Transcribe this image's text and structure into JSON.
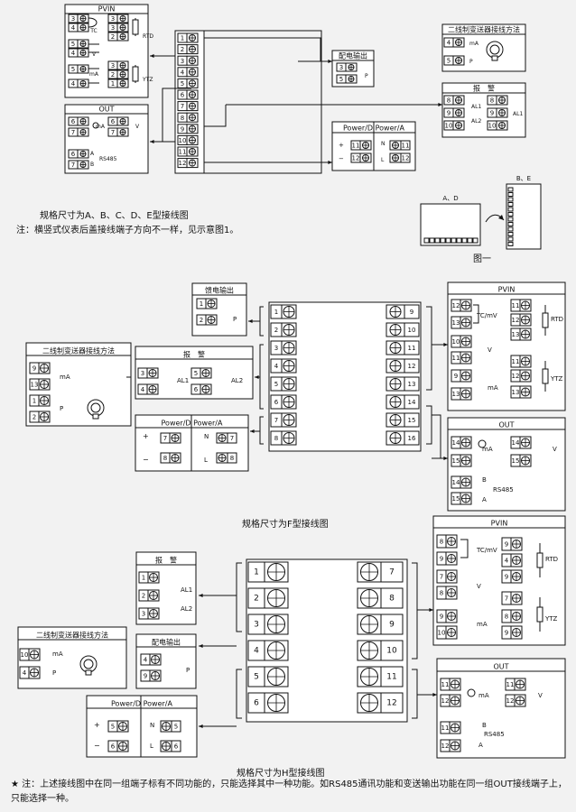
{
  "section_ae": {
    "caption": "规格尺寸为A、B、C、D、E型接线图",
    "note": "注：横竖式仪表后盖接线端子方向不一样，见示意图1。",
    "pvin_title": "PVIN",
    "pvin_labels": [
      "TC",
      "RTD",
      "V",
      "mA",
      "YTZ"
    ],
    "pvin_terms": [
      "3",
      "4",
      "5",
      "4",
      "5",
      "4",
      "3",
      "3",
      "2",
      "3",
      "2",
      "1"
    ],
    "out_title": "OUT",
    "out_labels": [
      "mA",
      "V",
      "A",
      "B",
      "RS485"
    ],
    "out_terms": [
      "6",
      "7",
      "6",
      "7",
      "6",
      "7"
    ],
    "peidian_title": "配电输出",
    "peidian_terms": [
      "3",
      "5"
    ],
    "peidian_label": "P",
    "erxian_title": "二线制变送器接线方法",
    "erxian_terms": [
      "4",
      "5"
    ],
    "erxian_labels": [
      "mA",
      "P"
    ],
    "alarm_title": "报　警",
    "alarm_terms": [
      "8",
      "9",
      "10",
      "8",
      "9",
      "10"
    ],
    "alarm_labels": [
      "AL1",
      "AL2",
      "AL1"
    ],
    "power_titles": [
      "Power/D",
      "Power/A"
    ],
    "power_terms": [
      "11",
      "12",
      "11",
      "12"
    ],
    "power_labels": [
      "N",
      "L"
    ],
    "center_terms": [
      "1",
      "2",
      "3",
      "4",
      "5",
      "6",
      "7",
      "8",
      "9",
      "10",
      "11",
      "12"
    ],
    "fig1_labels": [
      "A、D",
      "B、E"
    ],
    "fig1_caption": "图一"
  },
  "section_f": {
    "caption": "规格尺寸为F型接线图",
    "feidian_title": "馈电输出",
    "feidian_terms": [
      "1",
      "2"
    ],
    "feidian_label": "P",
    "erxian_title": "二线制变送器接线方法",
    "erxian_terms": [
      "9",
      "13",
      "1",
      "2"
    ],
    "erxian_labels": [
      "mA",
      "P"
    ],
    "alarm_title": "报　警",
    "alarm_terms": [
      "3",
      "4",
      "5",
      "6"
    ],
    "alarm_labels": [
      "AL1",
      "AL2"
    ],
    "power_titles": [
      "Power/D",
      "Power/A"
    ],
    "power_terms": [
      "7",
      "8",
      "7",
      "8"
    ],
    "power_labels": [
      "N",
      "L"
    ],
    "center_left": [
      "1",
      "2",
      "3",
      "4",
      "5",
      "6",
      "7",
      "8"
    ],
    "center_right": [
      "9",
      "10",
      "11",
      "12",
      "13",
      "14",
      "15",
      "16"
    ],
    "pvin_title": "PVIN",
    "pvin_terms": [
      "12",
      "13",
      "10",
      "11",
      "9",
      "13",
      "11",
      "12",
      "13",
      "11",
      "12",
      "13"
    ],
    "pvin_labels": [
      "TC/mV",
      "RTD",
      "V",
      "mA",
      "YTZ"
    ],
    "out_title": "OUT",
    "out_terms": [
      "14",
      "15",
      "14",
      "15",
      "14",
      "15"
    ],
    "out_labels": [
      "mA",
      "V",
      "B",
      "A",
      "RS485"
    ]
  },
  "section_h": {
    "caption": "规格尺寸为H型接线图",
    "alarm_title": "报　警",
    "alarm_terms": [
      "1",
      "2",
      "3"
    ],
    "alarm_labels": [
      "AL1",
      "AL2"
    ],
    "erxian_title": "二线制变送器接线方法",
    "erxian_terms": [
      "10",
      "4"
    ],
    "erxian_labels": [
      "mA",
      "P"
    ],
    "peidian_title": "配电输出",
    "peidian_terms": [
      "4",
      "9"
    ],
    "peidian_label": "P",
    "power_titles": [
      "Power/D",
      "Power/A"
    ],
    "power_terms": [
      "5",
      "6",
      "5",
      "6"
    ],
    "power_labels": [
      "N",
      "L"
    ],
    "center_left": [
      "1",
      "2",
      "3",
      "4",
      "5",
      "6"
    ],
    "center_right": [
      "7",
      "8",
      "9",
      "10",
      "11",
      "12"
    ],
    "pvin_title": "PVIN",
    "pvin_terms": [
      "8",
      "9",
      "7",
      "8",
      "9",
      "10",
      "9",
      "4",
      "9",
      "7",
      "8",
      "9"
    ],
    "pvin_labels": [
      "TC/mV",
      "RTD",
      "V",
      "mA",
      "YTZ"
    ],
    "out_title": "OUT",
    "out_terms": [
      "11",
      "12",
      "11",
      "12",
      "11",
      "12"
    ],
    "out_labels": [
      "mA",
      "V",
      "B",
      "A",
      "RS485"
    ]
  },
  "footnote": "★ 注：上述接线图中在同一组端子标有不同功能的，只能选择其中一种功能。如RS485通讯功能和变送输出功能在同一组OUT接线端子上，只能选择一种。"
}
